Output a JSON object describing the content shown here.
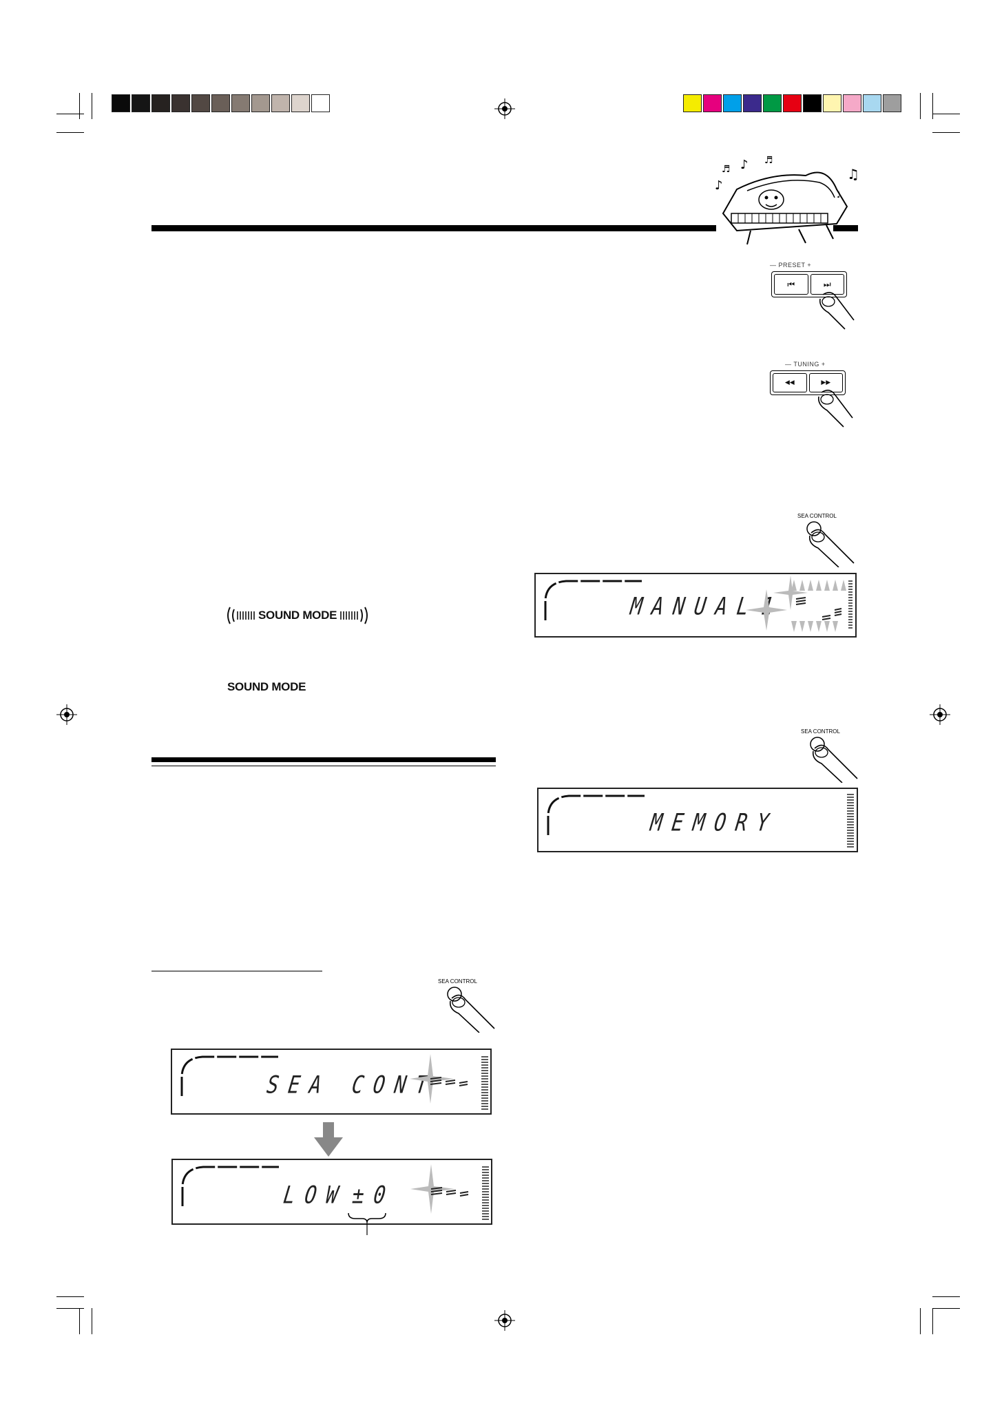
{
  "color_bar": {
    "grays": [
      "#0a0a0a",
      "#151515",
      "#262220",
      "#3a3230",
      "#524843",
      "#6a5f58",
      "#857a72",
      "#a3988f",
      "#c0b4ac",
      "#ddd4cd",
      "#ffffff"
    ],
    "colors": [
      "#f5ec00",
      "#e6007e",
      "#00a0e9",
      "#3b2a8c",
      "#009944",
      "#e60012",
      "#000000",
      "#fff5b0",
      "#f5a9c8",
      "#a8d8f0",
      "#9e9e9e"
    ]
  },
  "buttons": {
    "preset": {
      "label": "— PRESET +",
      "left_icon": "⏮",
      "right_icon": "⏭"
    },
    "tuning": {
      "label": "— TUNING +",
      "left_icon": "◀◀",
      "right_icon": "▶▶"
    },
    "sea_control_label": "SEA CONTROL"
  },
  "sound_mode": {
    "indicator": "SOUND MODE",
    "button": "SOUND MODE"
  },
  "displays": {
    "manual": {
      "text": "MANUAL",
      "number": "1"
    },
    "memory": {
      "text": "MEMORY"
    },
    "sea_cont": {
      "text": "SEA CONT"
    },
    "low": {
      "text": "LOW",
      "value": "±0"
    }
  }
}
